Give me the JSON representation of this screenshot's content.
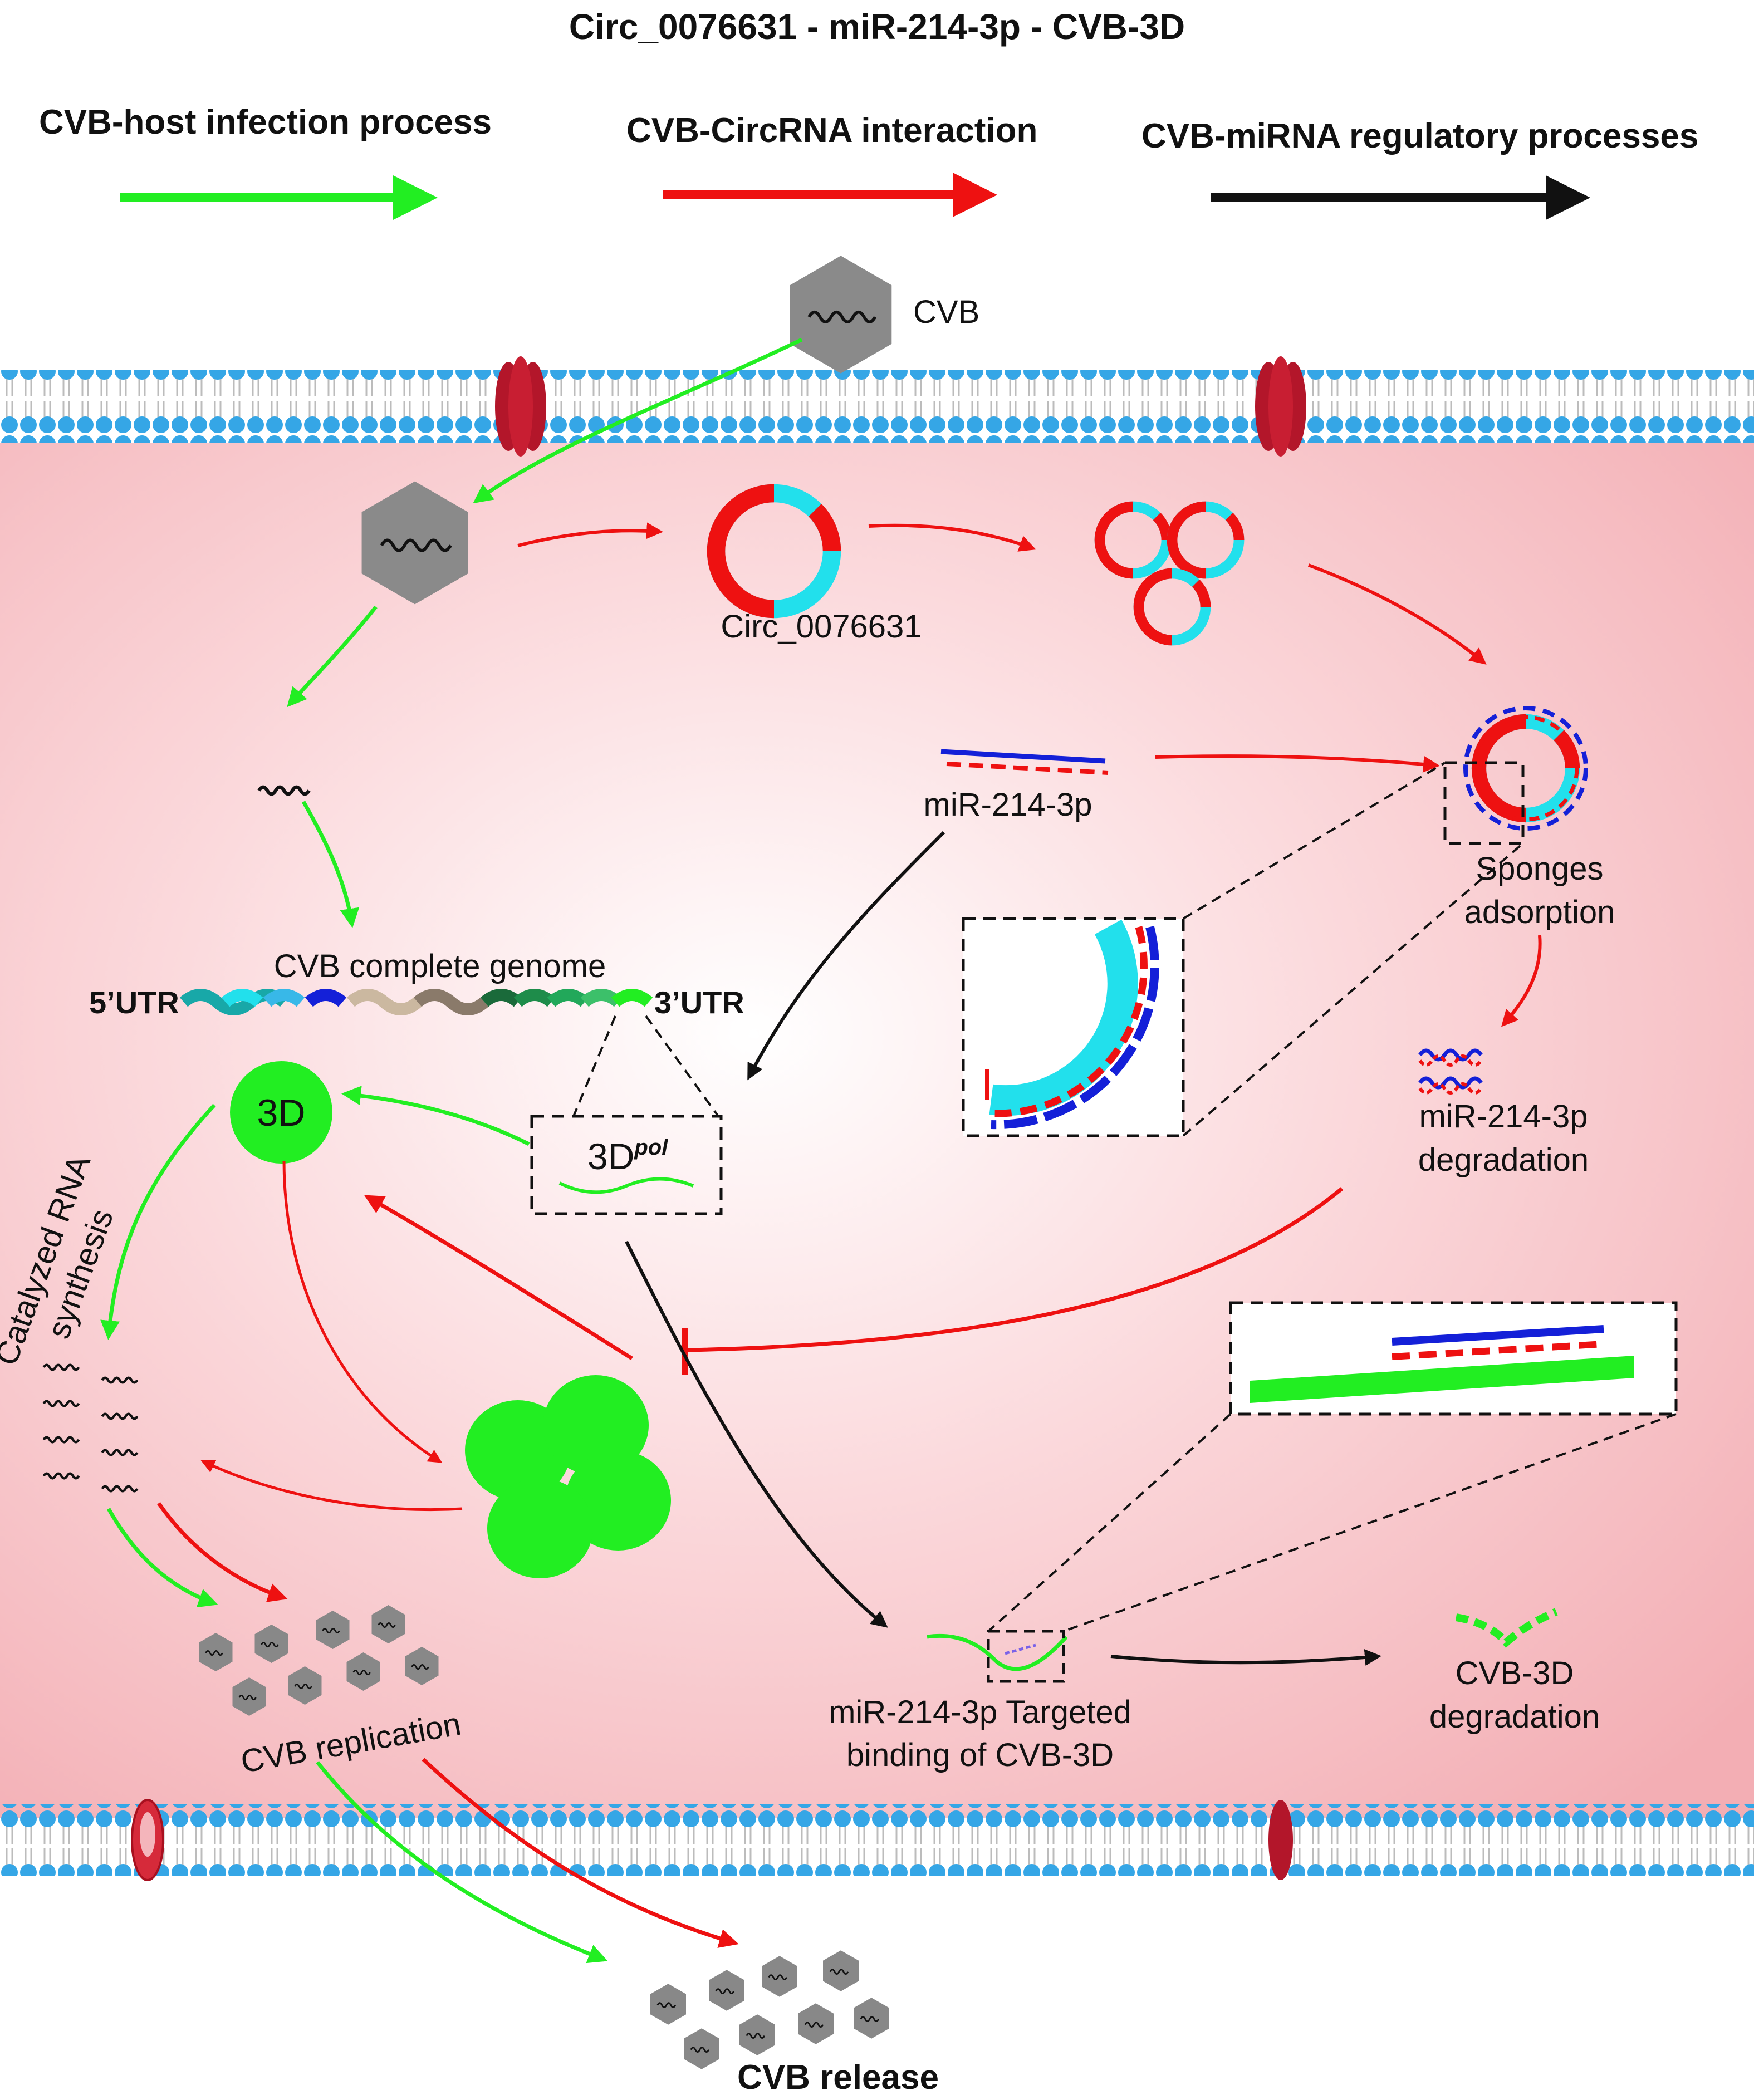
{
  "title": "Circ_0076631 - miR-214-3p - CVB-3D",
  "legend": [
    {
      "label": "CVB-host infection process",
      "color": "#22ee22"
    },
    {
      "label": "CVB-CircRNA interaction",
      "color": "#ee1111"
    },
    {
      "label": "CVB-miRNA regulatory processes",
      "color": "#000000"
    }
  ],
  "labels": {
    "cvb": "CVB",
    "circ": "Circ_0076631",
    "mir": "miR-214-3p",
    "sponges_1": "Sponges",
    "sponges_2": "adsorption",
    "mirdeg_1": "miR-214-3p",
    "mirdeg_2": "degradation",
    "genome": "CVB complete genome",
    "utr5": "5’UTR",
    "utr3": "3’UTR",
    "pol_main": "3D",
    "pol_sup": "pol",
    "three_d": "3D",
    "catalyzed_1": "Catalyzed RNA",
    "catalyzed_2": "synthesis",
    "replication": "CVB replication",
    "targeted_1": "miR-214-3p Targeted",
    "targeted_2": "binding of CVB-3D",
    "cvb3d_1": "CVB-3D",
    "cvb3d_2": "degradation",
    "release": "CVB release"
  },
  "colors": {
    "green": "#22ee22",
    "red": "#ee1111",
    "black": "#111111",
    "cyan": "#22e0ec",
    "blue": "#1420d8",
    "virus_gray": "#8a8a8a",
    "channel": "#b3162a",
    "lipid_head": "#35a6e6",
    "cell_pink": "#f6b7bc"
  },
  "icons": [
    "virus-icon",
    "circrna-icon",
    "mirna-icon",
    "protein-icon",
    "channel-icon"
  ]
}
